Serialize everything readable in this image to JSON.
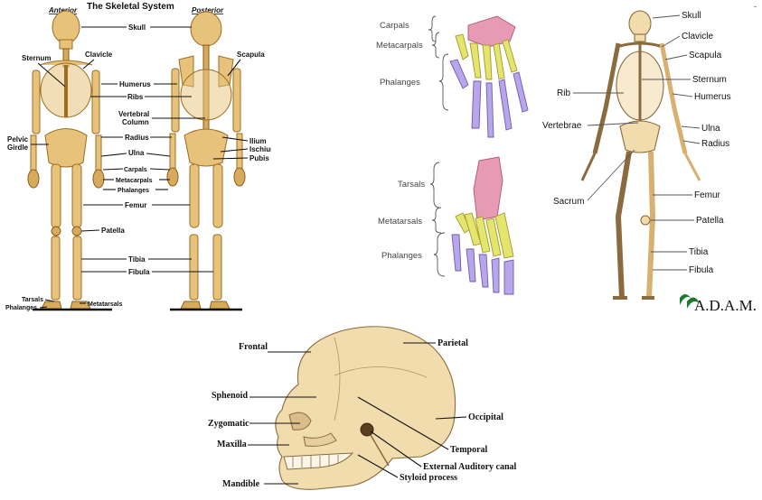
{
  "panel_a": {
    "title": "The Skeletal System",
    "view_anterior": "Anterior",
    "view_posterior": "Posterior",
    "labels": {
      "skull": "Skull",
      "sternum": "Sternum",
      "clavicle": "Clavicle",
      "scapula": "Scapula",
      "humerus": "Humerus",
      "ribs": "Ribs",
      "vertebral": "Vertebral",
      "column": "Column",
      "pelvic": "Pelvic",
      "girdle": "Girdle",
      "radius": "Radius",
      "ulna": "Ulna",
      "ilium": "Ilium",
      "ischium": "Ischium",
      "pubis": "Pubis",
      "carpals": "Carpals",
      "metacarpals": "Metacarpals",
      "phalanges_hand": "Phalanges",
      "femur": "Femur",
      "patella": "Patella",
      "tibia": "Tibia",
      "fibula": "Fibula",
      "tarsals": "Tarsals",
      "phalanges_foot": "Phalanges",
      "metatarsals": "Metatarsals"
    }
  },
  "panel_b": {
    "labels": {
      "carpals": "Carpals",
      "metacarpals": "Metacarpals",
      "phalanges_hand": "Phalanges",
      "tarsals": "Tarsals",
      "metatarsals": "Metatarsals",
      "phalanges_foot": "Phalanges"
    },
    "colors": {
      "carpals": "#e79ab4",
      "metacarpals": "#e5e46f",
      "phalanges": "#b8a6ea"
    }
  },
  "panel_c": {
    "labels": {
      "skull": "Skull",
      "clavicle": "Clavicle",
      "scapula": "Scapula",
      "sternum": "Sternum",
      "humerus": "Humerus",
      "rib": "Rib",
      "vertebrae": "Vertebrae",
      "ulna": "Ulna",
      "radius": "Radius",
      "sacrum": "Sacrum",
      "femur": "Femur",
      "patella": "Patella",
      "tibia": "Tibia",
      "fibula": "Fibula"
    },
    "brand": "A.D.A.M."
  },
  "panel_d": {
    "labels": {
      "frontal": "Frontal",
      "parietal": "Parietal",
      "sphenoid": "Sphenoid",
      "occipital": "Occipital",
      "zygomatic": "Zygomatic",
      "maxilla": "Maxilla",
      "temporal": "Temporal",
      "external_auditory": "External Auditory canal",
      "styloid": "Styloid process",
      "mandible": "Mandible"
    }
  }
}
